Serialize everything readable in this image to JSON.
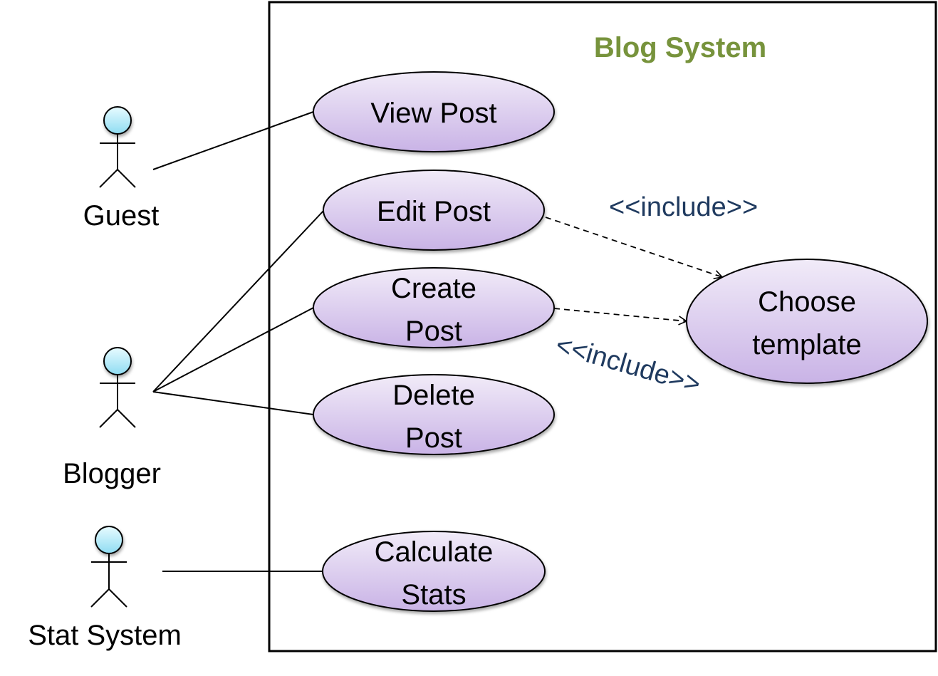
{
  "system": {
    "title": "Blog System",
    "title_color": "#77933c"
  },
  "actors": [
    {
      "id": "guest",
      "label": "Guest"
    },
    {
      "id": "blogger",
      "label": "Blogger"
    },
    {
      "id": "stat-system",
      "label": "Stat System"
    }
  ],
  "use_cases": [
    {
      "id": "view-post",
      "lines": [
        "View Post"
      ]
    },
    {
      "id": "edit-post",
      "lines": [
        "Edit Post"
      ]
    },
    {
      "id": "create-post",
      "lines": [
        "Create",
        "Post"
      ]
    },
    {
      "id": "delete-post",
      "lines": [
        "Delete",
        "Post"
      ]
    },
    {
      "id": "calculate-stats",
      "lines": [
        "Calculate",
        "Stats"
      ]
    },
    {
      "id": "choose-template",
      "lines": [
        "Choose",
        "template"
      ]
    }
  ],
  "associations": [
    {
      "from": "guest",
      "to": "view-post"
    },
    {
      "from": "blogger",
      "to": "edit-post"
    },
    {
      "from": "blogger",
      "to": "create-post"
    },
    {
      "from": "blogger",
      "to": "delete-post"
    },
    {
      "from": "stat-system",
      "to": "calculate-stats"
    }
  ],
  "includes": [
    {
      "from": "edit-post",
      "to": "choose-template",
      "label": "<<include>>"
    },
    {
      "from": "create-post",
      "to": "choose-template",
      "label": "<<include>>"
    }
  ],
  "colors": {
    "usecase_fill_top": "#f1ebf8",
    "usecase_fill_bottom": "#c9b3e6",
    "actor_head_top": "#e8fbff",
    "actor_head_bottom": "#8fdcf2",
    "stereotype": "#1f3a5f"
  }
}
